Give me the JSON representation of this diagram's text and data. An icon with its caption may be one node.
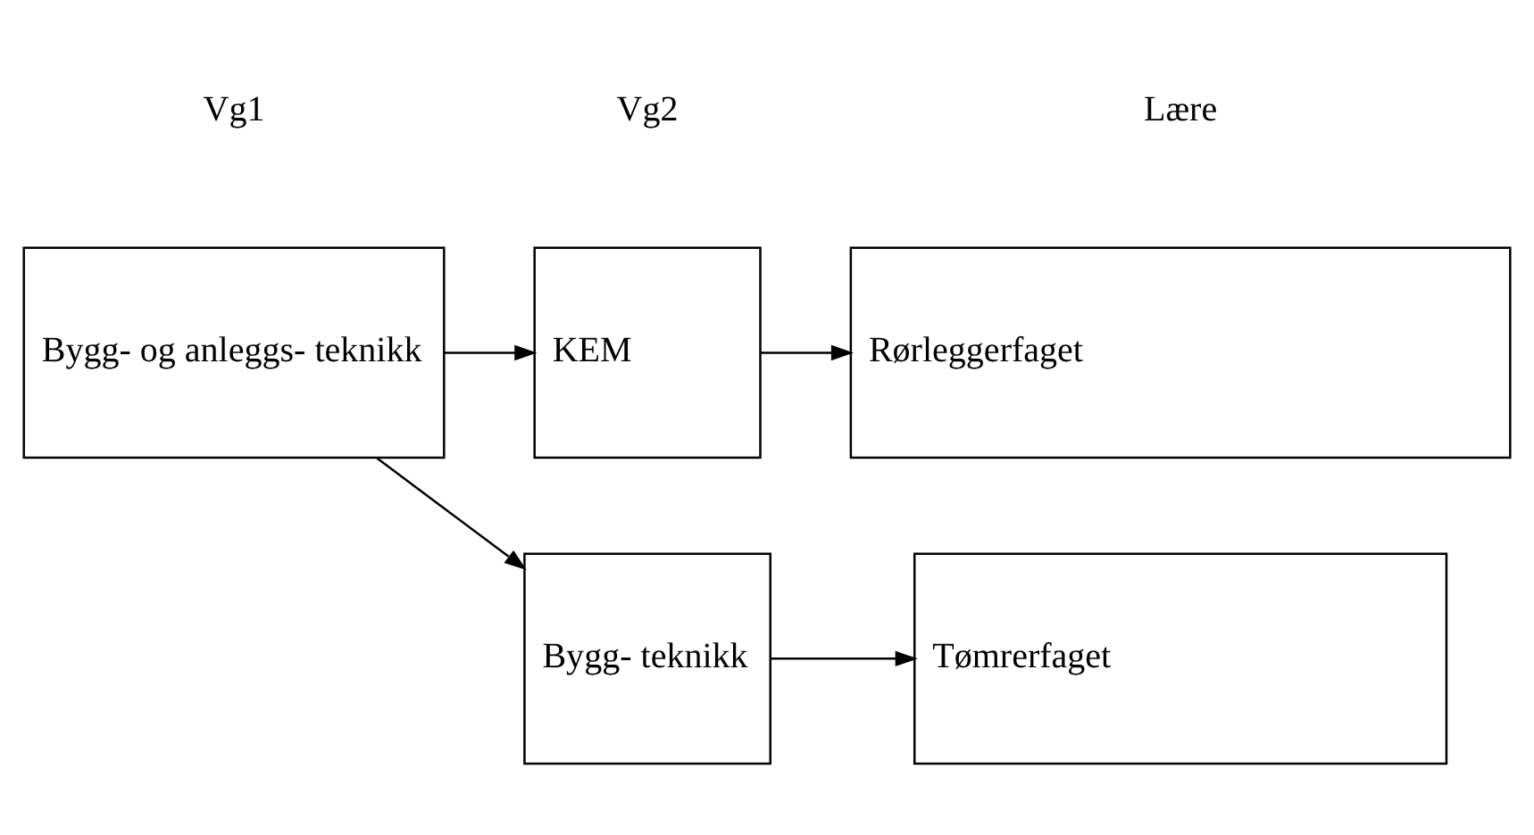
{
  "diagram": {
    "nodes": [
      {
        "text": [
          "Bygg- og anleggs- teknikk"
        ]
      },
      {
        "text": [
          "Bygg- teknikk"
        ]
      },
      {
        "text": [
          "Tømrerfaget"
        ]
      },
      {
        "text": [
          "KEM"
        ]
      },
      {
        "text": [
          "Rørleggerfaget"
        ]
      }
    ],
    "edges": [
      {
        "from": 0,
        "to": 1,
        "arrow": "to"
      },
      {
        "from": 0,
        "to": 3,
        "arrow": "to"
      },
      {
        "from": 1,
        "to": 2,
        "arrow": "to"
      },
      {
        "from": 3,
        "to": 4,
        "arrow": "to"
      }
    ],
    "labels": [
      "Vg1",
      "Vg2",
      "Lære"
    ]
  }
}
